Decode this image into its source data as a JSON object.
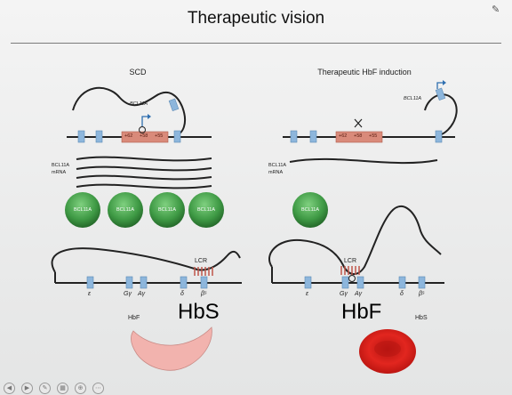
{
  "slide": {
    "title": "Therapeutic vision"
  },
  "left_panel": {
    "heading": "SCD",
    "gene_label": "BCL11A",
    "enhancers": [
      "+62",
      "+58",
      "+55"
    ],
    "mrna_label_line1": "BCL11A",
    "mrna_label_line2": "mRNA",
    "protein_labels": [
      "BCL11A",
      "BCL11A",
      "BCL11A",
      "BCL11A"
    ],
    "lcr_label": "LCR",
    "globin_genes": [
      "ε",
      "Gγ",
      "Aγ",
      "δ",
      "βˢ"
    ],
    "hbf_label": "HbF",
    "hbs_label": "HbS"
  },
  "right_panel": {
    "heading": "Therapeutic HbF induction",
    "gene_label": "BCL11A",
    "enhancers": [
      "+62",
      "+58",
      "+55"
    ],
    "mrna_label_line1": "BCL11A",
    "mrna_label_line2": "mRNA",
    "protein_labels": [
      "BCL11A"
    ],
    "lcr_label": "LCR",
    "globin_genes": [
      "ε",
      "Gγ",
      "Aγ",
      "δ",
      "βˢ"
    ],
    "hbf_label": "HbF",
    "hbs_label": "HbS"
  },
  "colors": {
    "exon_blue": "#8db6dc",
    "enhancer_red": "#d98a7a",
    "protein_green": "#3f9a45",
    "sickle_pink": "#f2b3ae",
    "rbc_red": "#d91e1a"
  },
  "toolbar_icons": [
    "back-icon",
    "forward-icon",
    "pen-icon",
    "slides-icon",
    "zoom-icon",
    "more-icon"
  ]
}
